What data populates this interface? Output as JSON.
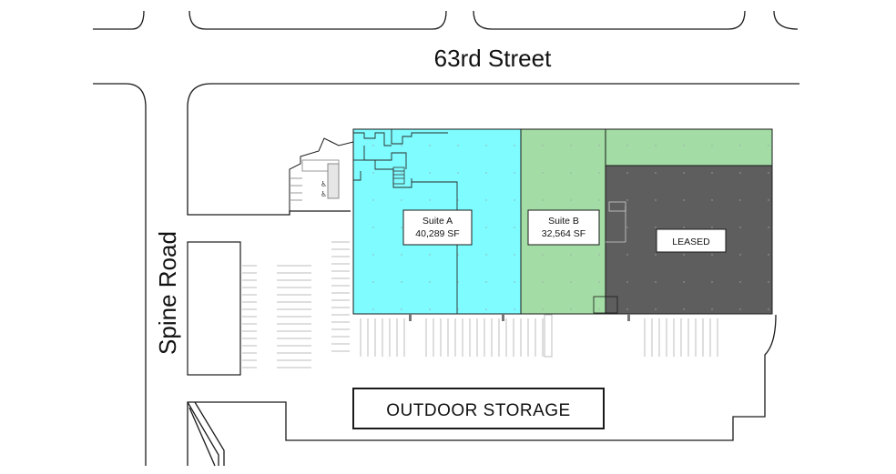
{
  "streets": {
    "north": "63rd Street",
    "west": "Spine Road"
  },
  "suites": [
    {
      "name": "Suite A",
      "area": "40,289 SF",
      "color": "#7ffcff"
    },
    {
      "name": "Suite B",
      "area": "32,564 SF",
      "color": "#a3dca4"
    },
    {
      "name": "LEASED",
      "color": "#5e5e5e"
    }
  ],
  "yard": {
    "label": "OUTDOOR STORAGE"
  },
  "colors": {
    "line": "#1a1a1a",
    "parking": "#bdbdbd",
    "upper_green": "#a3dca4"
  }
}
